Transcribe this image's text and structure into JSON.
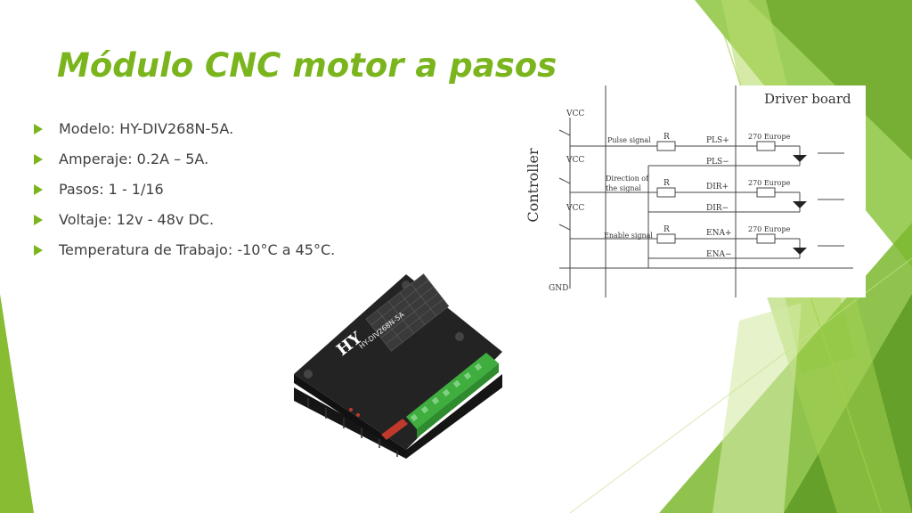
{
  "slide": {
    "title": "Módulo CNC motor a pasos",
    "bullets": [
      "Modelo: HY-DIV268N-5A.",
      "Amperaje: 0.2A – 5A.",
      "Pasos: 1 - 1/16",
      "Voltaje: 12v - 48v DC.",
      "Temperatura de Trabajo: -10°C a 45°C."
    ]
  },
  "schematic": {
    "controller_label": "Controller",
    "driver_label": "Driver board",
    "vcc": "VCC",
    "gnd": "GND",
    "resistor": "R",
    "resistor2": "270 Europe",
    "signals": {
      "pulse": "Pulse signal",
      "direction_1": "Direction of",
      "direction_2": "the signal",
      "enable": "Enable signal"
    },
    "pins": [
      "PLS+",
      "PLS−",
      "DIR+",
      "DIR−",
      "ENA+",
      "ENA−"
    ]
  },
  "device": {
    "brand": "HY",
    "model_label": "HY-DIV268N-5A"
  },
  "colors": {
    "accent": "#7ab51d",
    "accent_light": "#a6d045",
    "text": "#404040",
    "device_body": "#1e1e1e",
    "terminal": "#3fae3f"
  }
}
